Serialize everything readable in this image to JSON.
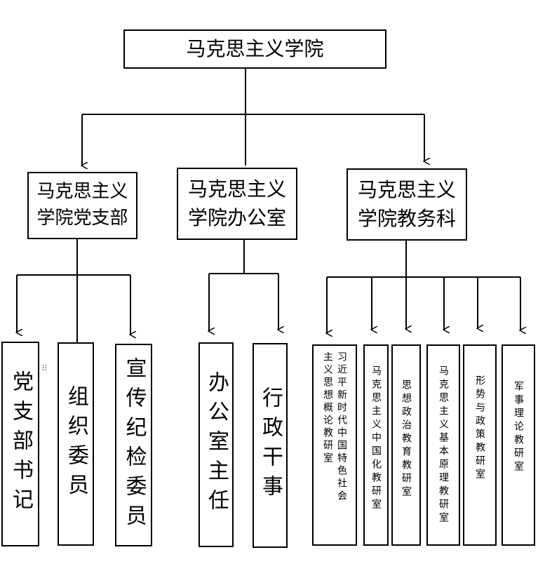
{
  "root": {
    "label": "马克思主义学院"
  },
  "departments": [
    {
      "line1": "马克思主义",
      "line2": "学院党支部"
    },
    {
      "line1": "马克思主义",
      "line2": "学院办公室"
    },
    {
      "line1": "马克思主义",
      "line2": "学院教务科"
    }
  ],
  "party_branch_roles": [
    "党支部书记",
    "组织委员",
    "宣传纪检委员"
  ],
  "office_roles": [
    "办公室主任",
    "行政干事"
  ],
  "teaching_units": [
    "习近平新时代中国特色社会主义思想概论教研室",
    "马克思主义中国化教研室",
    "思想政治教育教研室",
    "马克思主义基本原理教研室",
    "形势与政策教研室",
    "军事理论教研室"
  ]
}
